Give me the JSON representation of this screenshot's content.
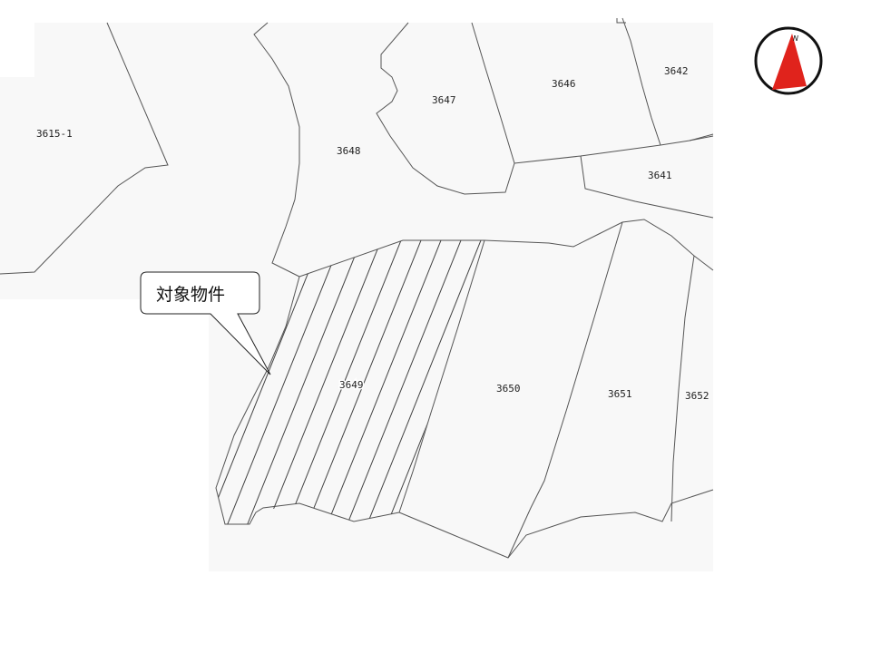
{
  "callout": {
    "label": "対象物件"
  },
  "compass": {
    "letter": "N",
    "needle_color": "#e0231c"
  },
  "parcels": {
    "p3615_1": "3615-1",
    "p3648": "3648",
    "p3647": "3647",
    "p3646": "3646",
    "p3642": "3642",
    "p3641": "3641",
    "p3649": "3649",
    "p3650": "3650",
    "p3651": "3651",
    "p3652": "3652"
  },
  "colors": {
    "line": "#555555",
    "hatch": "#444444",
    "paper": "#f7f7f7"
  }
}
